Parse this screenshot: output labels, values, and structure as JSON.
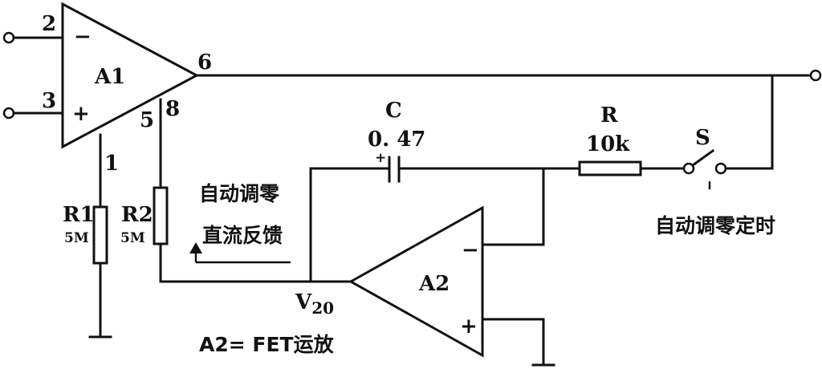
{
  "opamp_a1": {
    "label": "A1",
    "pin_minus_num": "2",
    "pin_plus_num": "3",
    "pin_out_num": "6",
    "pin_5_num": "5",
    "pin_8_num": "8",
    "pin_1_num": "1",
    "minus_sign": "−",
    "plus_sign": "+"
  },
  "opamp_a2": {
    "label": "A2",
    "minus_sign": "−",
    "plus_sign": "+"
  },
  "r1": {
    "name": "R1",
    "value": "5M"
  },
  "r2": {
    "name": "R2",
    "value": "5M"
  },
  "capacitor": {
    "name": "C",
    "value": "0. 47",
    "polarity": "+"
  },
  "resistor_r": {
    "name": "R",
    "value": "10k"
  },
  "switch_s": {
    "name": "S",
    "note": "自动调零定时"
  },
  "feedback_note": {
    "line1": "自动调零",
    "line2": "直流反馈"
  },
  "v20": {
    "main": "V",
    "sub": "20"
  },
  "a2_note": "A2= FET运放"
}
